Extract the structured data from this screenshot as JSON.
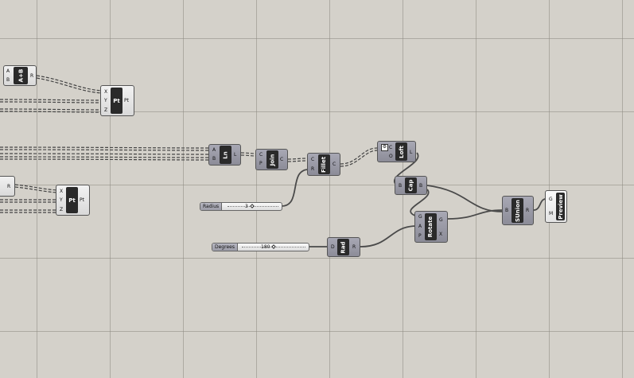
{
  "canvas": {
    "background_color": "#d4d1ca",
    "grid_color": "#8c8a82",
    "wire_color": "#555555"
  },
  "components": {
    "addition": {
      "label": "A+B",
      "inputs": [
        "A",
        "B"
      ],
      "outputs": [
        "R"
      ]
    },
    "point_top": {
      "label": "Pt",
      "inputs": [
        "X",
        "Y",
        "Z"
      ],
      "outputs": [
        "Pt"
      ]
    },
    "point_bottom": {
      "label": "Pt",
      "inputs": [
        "X",
        "Y",
        "Z"
      ],
      "outputs": [
        "Pt"
      ]
    },
    "partial_left": {
      "outputs": [
        "R"
      ]
    },
    "line": {
      "label": "Ln",
      "inputs": [
        "A",
        "B"
      ],
      "outputs": [
        "L"
      ]
    },
    "join": {
      "label": "Join",
      "inputs": [
        "C",
        "P"
      ],
      "outputs": [
        "C"
      ]
    },
    "fillet": {
      "label": "Fillet",
      "inputs": [
        "C",
        "R"
      ],
      "outputs": [
        "C"
      ]
    },
    "loft": {
      "label": "Loft",
      "inputs": [
        "C",
        "O"
      ],
      "outputs": [
        "L"
      ]
    },
    "cap": {
      "label": "Cap",
      "inputs": [
        "B"
      ],
      "outputs": [
        "B"
      ]
    },
    "rotate": {
      "label": "Rotate",
      "inputs": [
        "G",
        "A",
        "P"
      ],
      "outputs": [
        "G",
        "X"
      ]
    },
    "radians": {
      "label": "Rad",
      "inputs": [
        "D"
      ],
      "outputs": [
        "R"
      ]
    },
    "solid_union": {
      "label": "SUnion",
      "inputs": [
        "B"
      ],
      "outputs": [
        "R"
      ]
    },
    "preview": {
      "label": "Preview",
      "inputs": [
        "G",
        "M"
      ]
    }
  },
  "sliders": {
    "radius": {
      "label": "Radius",
      "value": "3"
    },
    "degrees": {
      "label": "Degrees",
      "value": "180"
    }
  }
}
